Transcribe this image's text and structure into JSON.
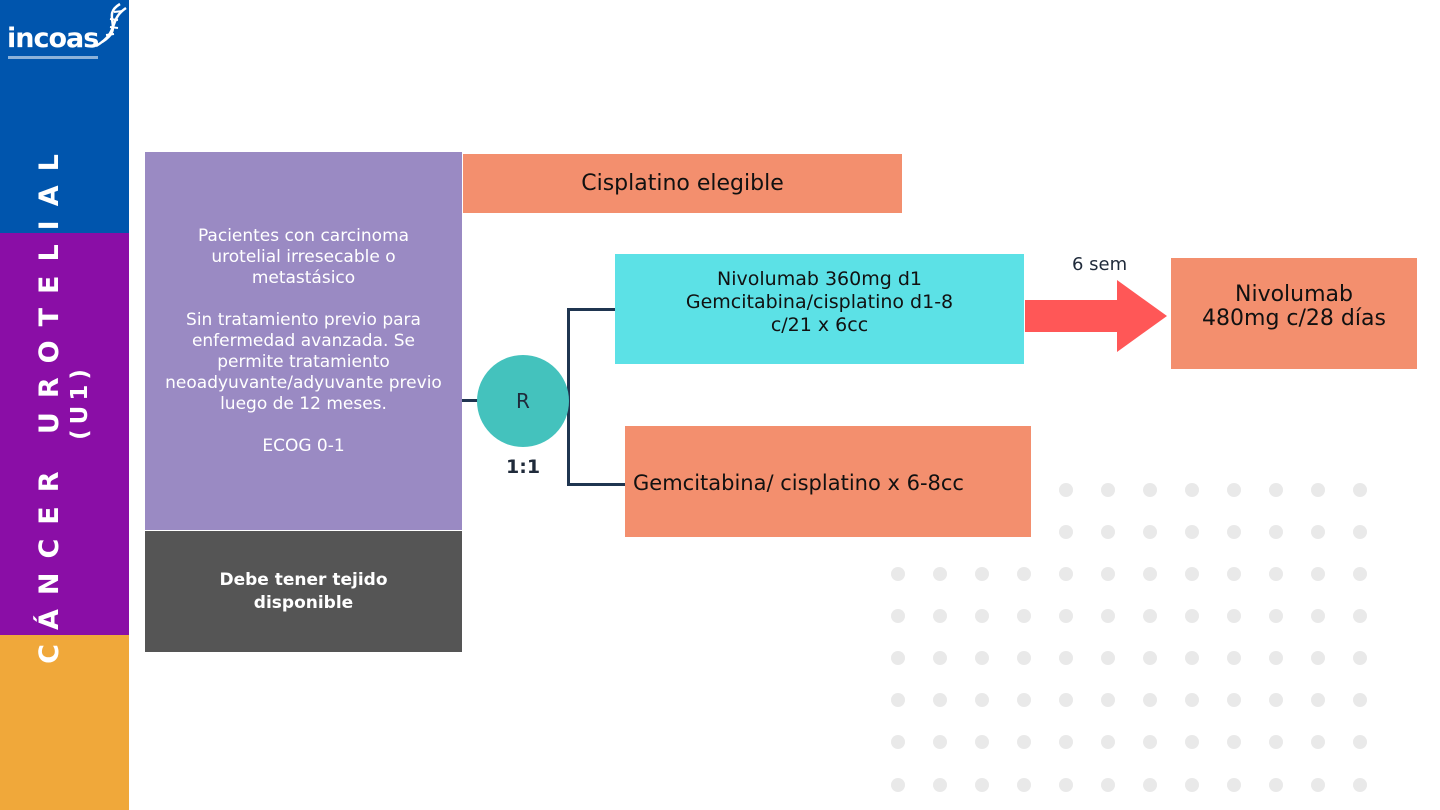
{
  "logo": {
    "text": "incoas"
  },
  "sidebar": {
    "title_line1": "CÁNCER UROTELIAL",
    "title_line2": "(U1)"
  },
  "population": {
    "para1": "Pacientes con carcinoma urotelial irresecable o metastásico",
    "para2": "Sin tratamiento previo para enfermedad avanzada. Se permite tratamiento neoadyuvante/adyuvante previo luego de 12 meses.",
    "para3": "ECOG 0-1"
  },
  "tissue": "Debe tener tejido disponible",
  "eligibility": "Cisplatino elegible",
  "randomization": {
    "label": "R",
    "ratio": "1:1"
  },
  "arms": [
    {
      "lines": [
        "Nivolumab 360mg d1",
        "Gemcitabina/cisplatino d1-8",
        "c/21 x 6cc"
      ]
    },
    {
      "lines": [
        "Gemcitabina/ cisplatino x 6-8cc"
      ]
    }
  ],
  "transition": {
    "label": "6 sem"
  },
  "maintenance": {
    "lines": [
      "Nivolumab",
      "480mg c/28 días"
    ]
  },
  "colors": {
    "sidebar_blue": "#0055ad",
    "sidebar_purple": "#8a0ea6",
    "sidebar_orange": "#f0a83a",
    "population": "#9a8ac3",
    "tissue": "#555555",
    "salmon": "#f38f6e",
    "cyan": "#5ce1e6",
    "teal": "#44c2bd",
    "arrow": "#ff5757"
  }
}
